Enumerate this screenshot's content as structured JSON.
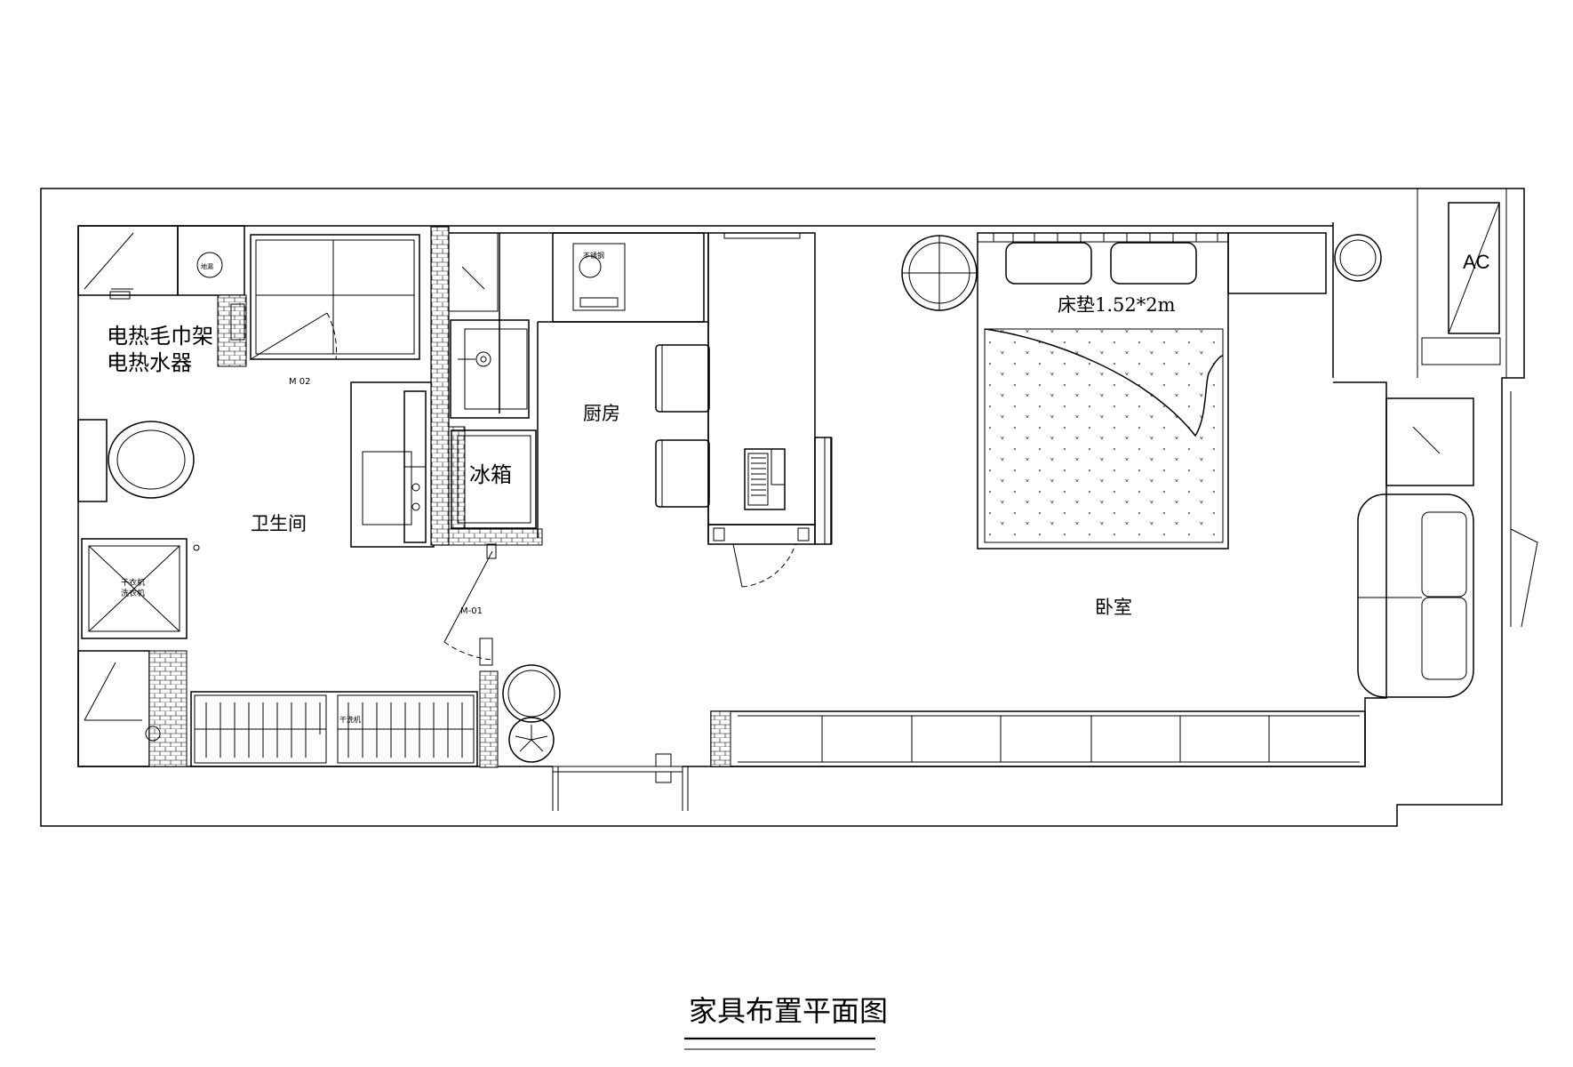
{
  "title": "家具布置平面图",
  "rooms": {
    "bathroom": "卫生间",
    "kitchen": "厨房",
    "bedroom": "卧室"
  },
  "labels": {
    "towel_rack": "电热毛巾架",
    "water_heater": "电热水器",
    "fridge": "冰箱",
    "mattress": "床垫1.52*2m",
    "ac": "AC",
    "washer_line1": "干衣机",
    "washer_line2": "洗衣机",
    "door_m01": "M-01",
    "door_m02": "M 02",
    "washer_small": "干洗机"
  }
}
